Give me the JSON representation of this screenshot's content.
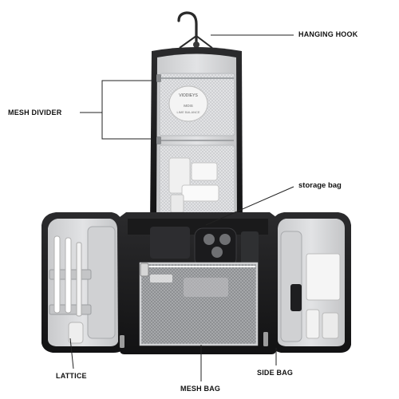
{
  "labels": {
    "hanging_hook": "HANGING HOOK",
    "mesh_divider": "MESH DIVIDER",
    "storage_bag": "storage bag",
    "lattice": "LATTICE",
    "mesh_bag": "MESH BAG",
    "side_bag": "SIDE BAG"
  },
  "product_print": {
    "brand": "VIODIEYS",
    "line1": "MOIS",
    "line2": "LIME BALANCE"
  },
  "colors": {
    "bag_body": "#1c1c1e",
    "lining": "#d9dadc",
    "leader_line": "#222222"
  }
}
